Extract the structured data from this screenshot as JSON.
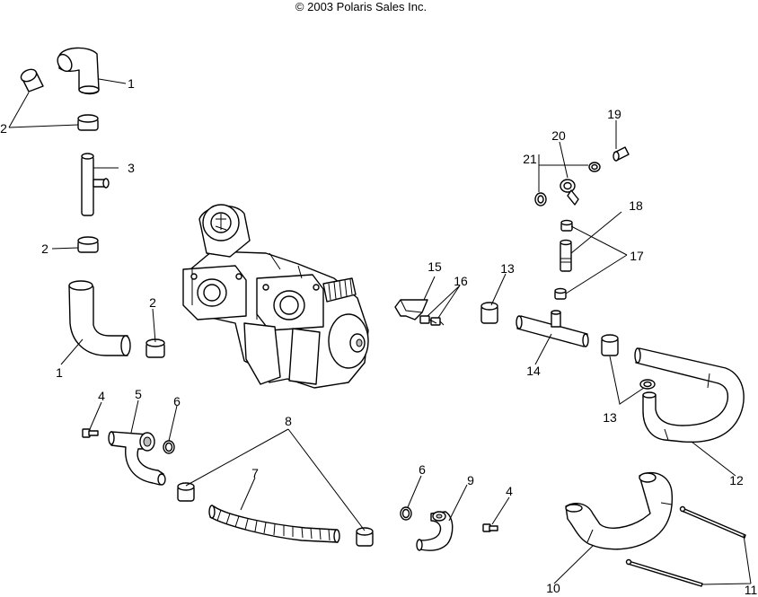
{
  "copyright": "© 2003 Polaris Sales Inc.",
  "callouts": {
    "c1a": "1",
    "c1b": "1",
    "c2a": "2",
    "c2b": "2",
    "c2c": "2",
    "c3": "3",
    "c4a": "4",
    "c4b": "4",
    "c5": "5",
    "c6a": "6",
    "c6b": "6",
    "c7": "7",
    "c8": "8",
    "c9": "9",
    "c10": "10",
    "c11": "11",
    "c12": "12",
    "c13a": "13",
    "c13b": "13",
    "c14": "14",
    "c15": "15",
    "c16": "16",
    "c17": "17",
    "c18": "18",
    "c19": "19",
    "c20": "20",
    "c21": "21"
  }
}
